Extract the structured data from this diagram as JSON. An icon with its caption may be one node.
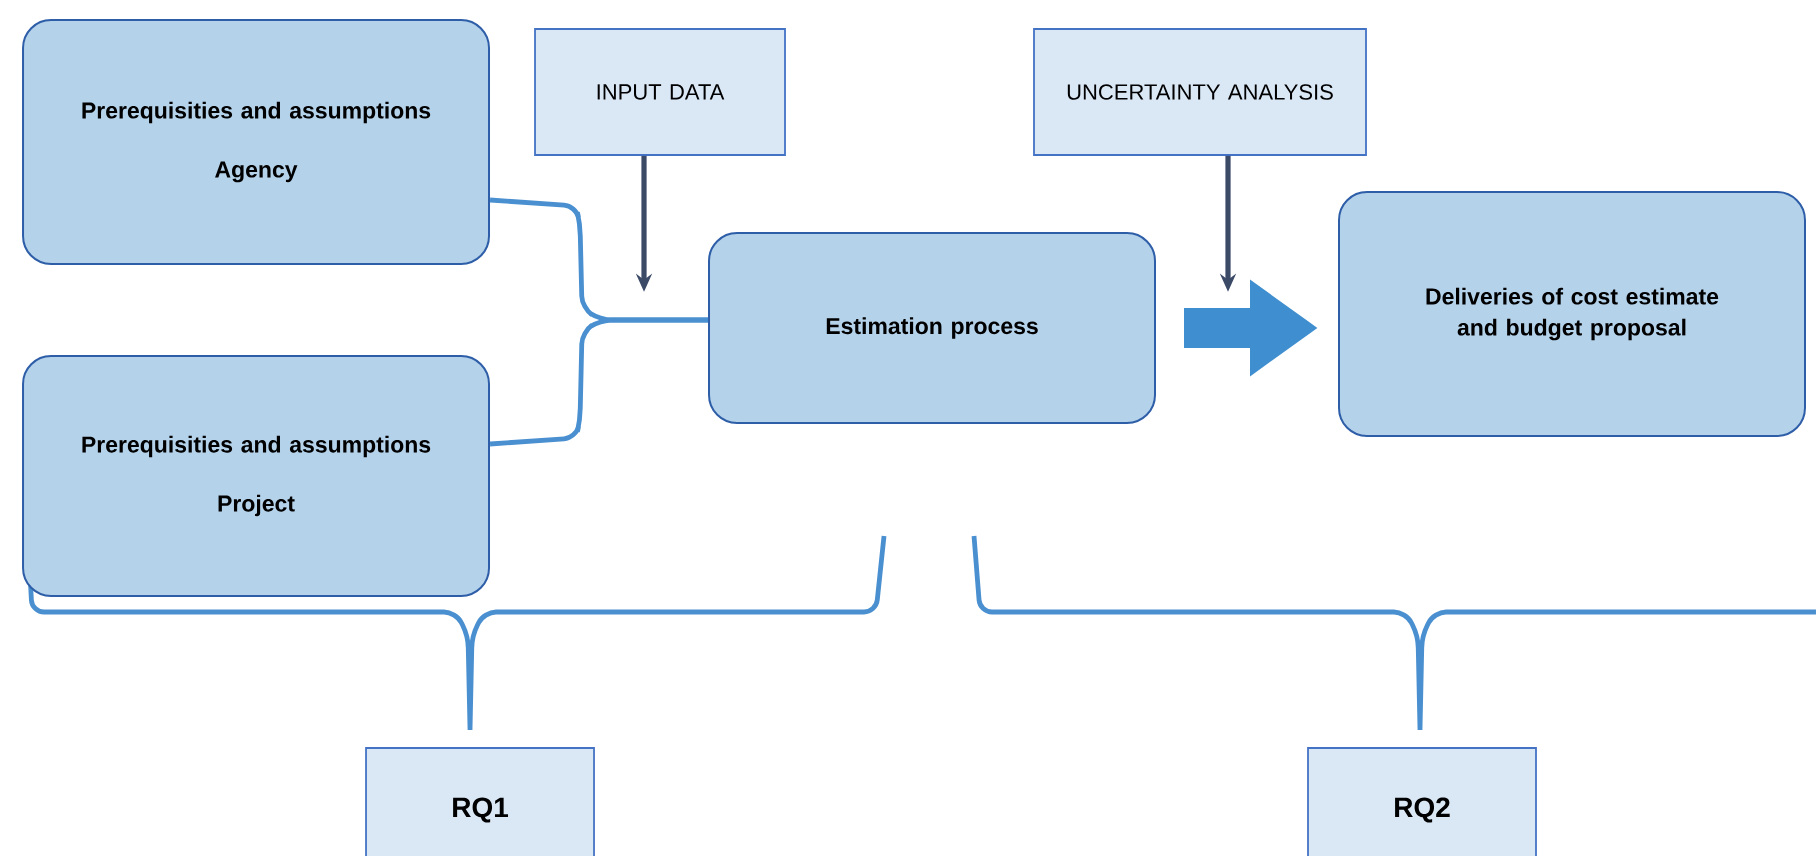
{
  "diagram": {
    "nodes": [
      {
        "text": [
          "Prerequisities and assumptions",
          "Agency"
        ]
      },
      {
        "text": [
          "Prerequisities and assumptions",
          "Project"
        ]
      },
      {
        "text": [
          "INPUT DATA"
        ]
      },
      {
        "text": [
          "Estimation process"
        ]
      },
      {
        "text": [
          "UNCERTAINTY ANALYSIS"
        ]
      },
      {
        "text": [
          "Deliveries of cost estimate and budget proposal"
        ]
      },
      {
        "text": [
          "RQ1"
        ]
      },
      {
        "text": [
          "RQ2"
        ]
      }
    ],
    "edges": [
      {
        "from": 0,
        "to": 3,
        "arrow": "none"
      },
      {
        "from": 1,
        "to": 3,
        "arrow": "none"
      },
      {
        "from": 2,
        "to": null,
        "arrow": "to",
        "color": "#3b4a66"
      },
      {
        "from": 4,
        "to": null,
        "arrow": "to",
        "color": "#3b4a66"
      },
      {
        "from": 3,
        "to": 5,
        "arrow": "to",
        "style": "thick"
      }
    ]
  }
}
